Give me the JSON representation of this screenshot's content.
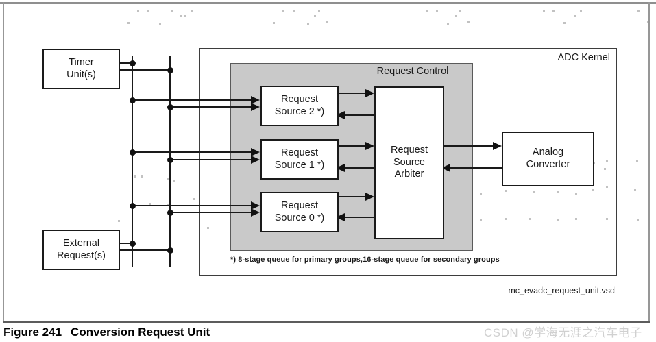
{
  "figure": {
    "caption_label": "Figure 241",
    "caption_title": "Conversion Request Unit"
  },
  "diagram": {
    "adc_kernel_label": "ADC Kernel",
    "request_control_label": "Request Control",
    "blocks": {
      "timer": {
        "line1": "Timer",
        "line2": "Unit(s)"
      },
      "external": {
        "line1": "External",
        "line2": "Request(s)"
      },
      "rs2": {
        "line1": "Request",
        "line2": "Source 2 *)"
      },
      "rs1": {
        "line1": "Request",
        "line2": "Source 1 *)"
      },
      "rs0": {
        "line1": "Request",
        "line2": "Source 0 *)"
      },
      "arbiter": {
        "line1": "Request",
        "line2": "Source",
        "line3": "Arbiter"
      },
      "analog": {
        "line1": "Analog",
        "line2": "Converter"
      }
    },
    "footnote": "*) 8-stage queue for primary groups,16-stage queue for secondary groups",
    "file_label": "mc_evadc_request_unit.vsd"
  },
  "watermark": "CSDN @学海无涯之汽车电子",
  "colors": {
    "request_control_fill": "#c9c9c9",
    "line": "#1a1a1a",
    "frame_gray": "#909090",
    "watermark": "#d0d0d0"
  }
}
